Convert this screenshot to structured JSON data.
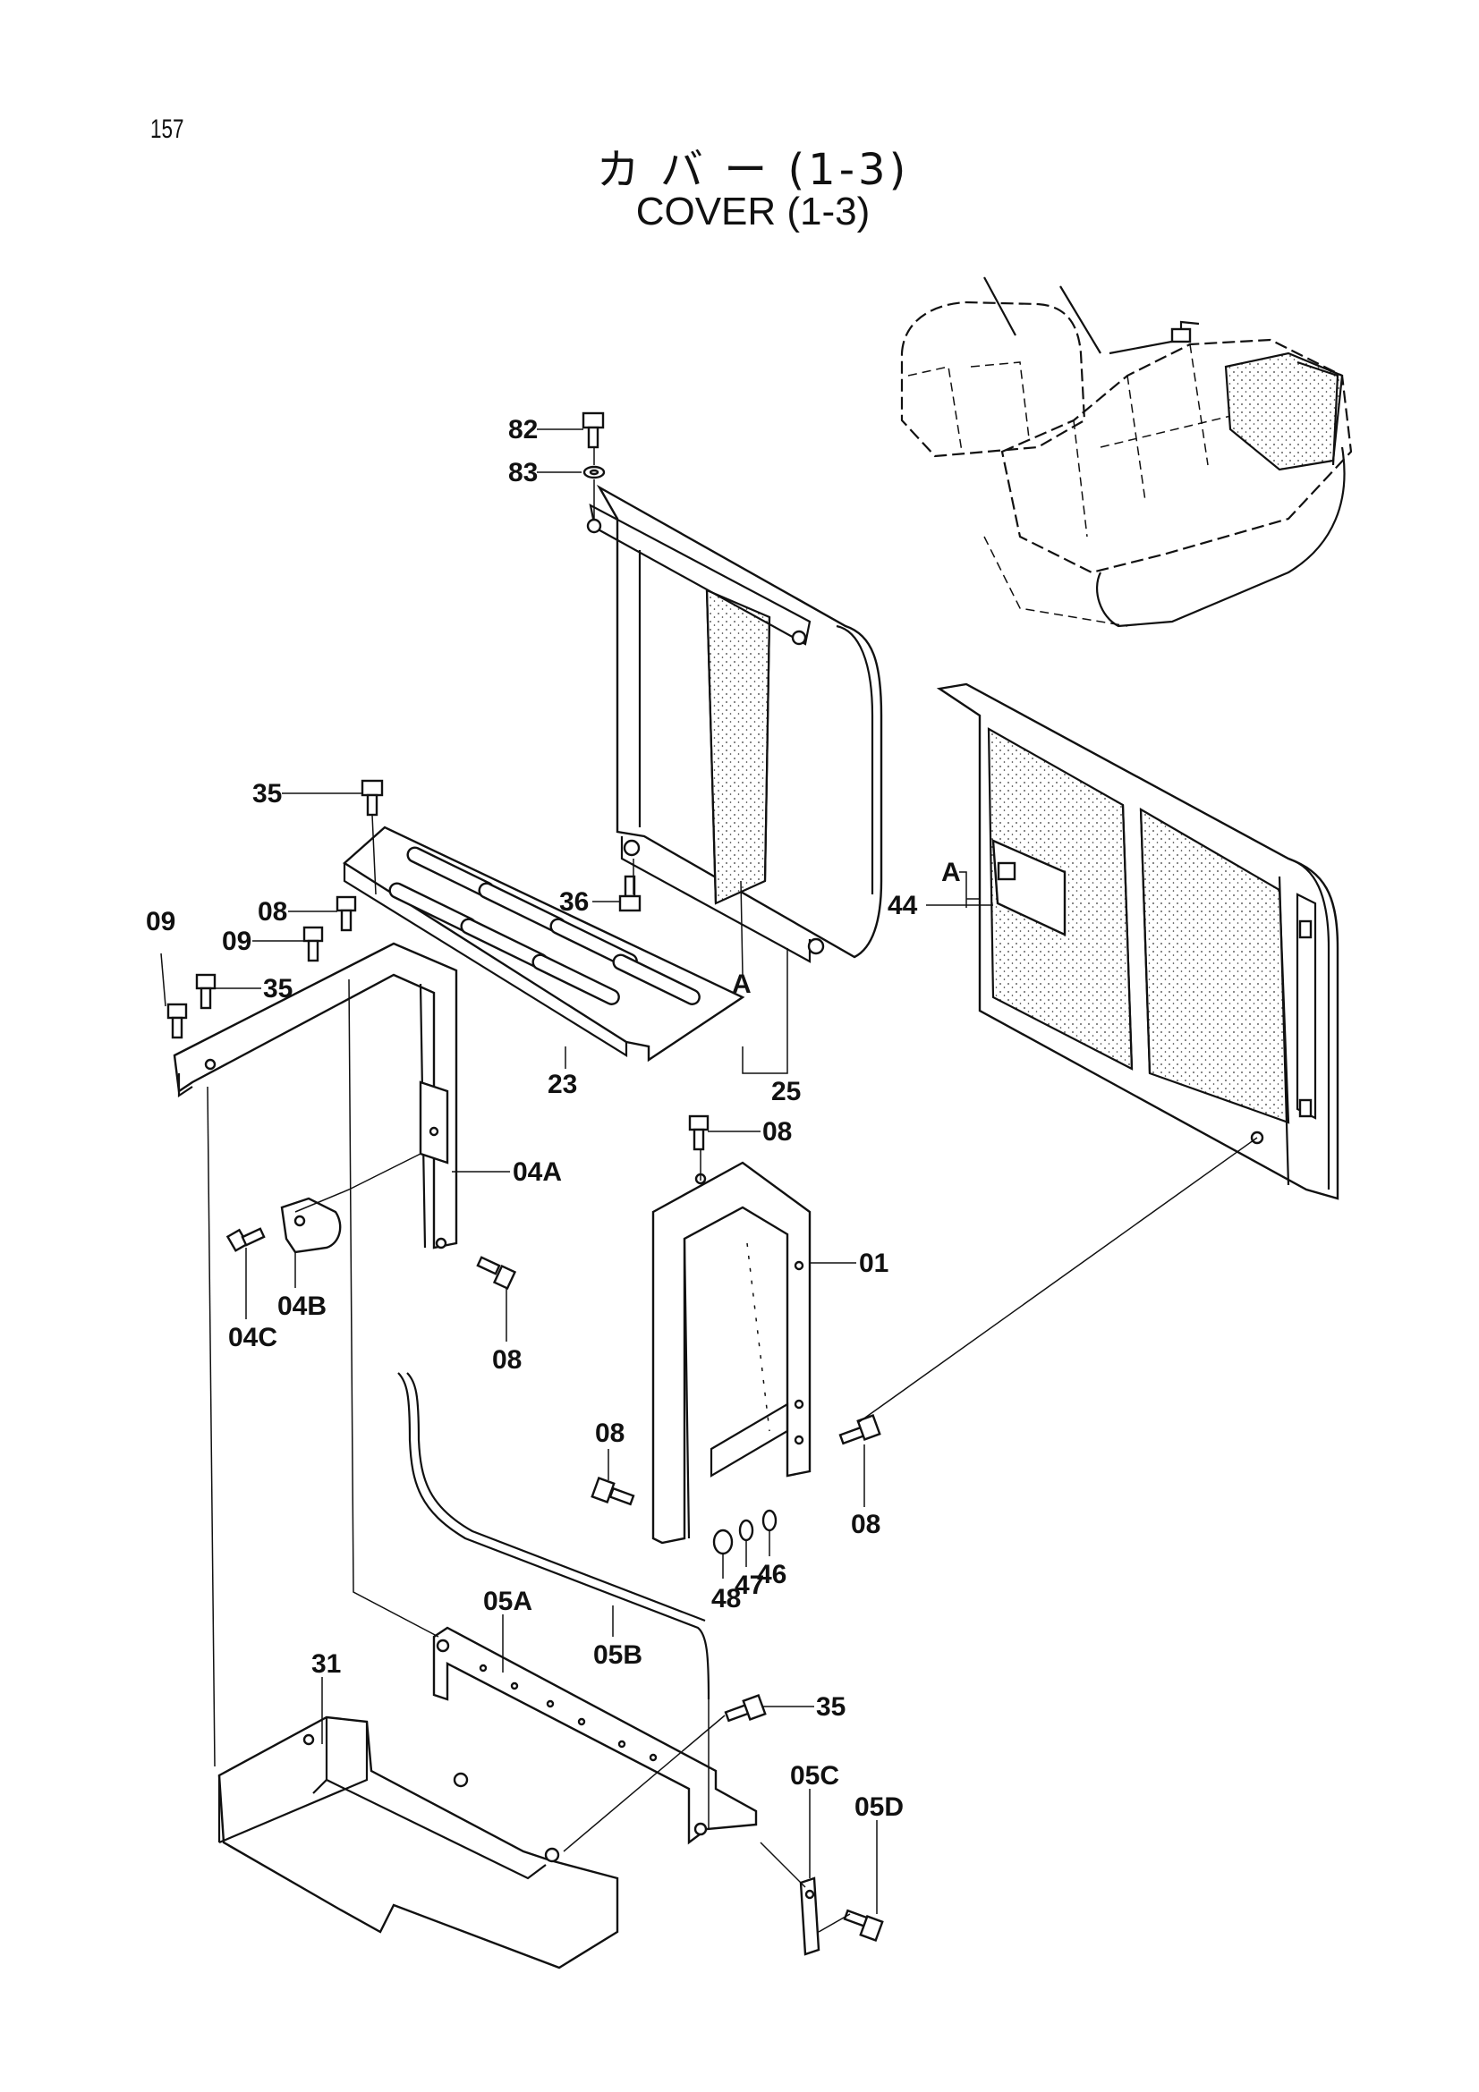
{
  "page_number": "157",
  "title_japanese": "カ バ ー (1-3)",
  "title_english": "COVER (1-3)",
  "callouts": {
    "p82": "82",
    "p83": "83",
    "p35a": "35",
    "p36": "36",
    "p08a": "08",
    "p09a": "09",
    "p09b": "09",
    "p35b": "35",
    "pA1": "A",
    "p25": "25",
    "p23": "23",
    "pA2": "A",
    "p44": "44",
    "p08b": "08",
    "p04A": "04A",
    "p01": "01",
    "p04B": "04B",
    "p04C": "04C",
    "p08c": "08",
    "p08d": "08",
    "p08e": "08",
    "p48": "48",
    "p47": "47",
    "p46": "46",
    "p31": "31",
    "p05A": "05A",
    "p05B": "05B",
    "p35c": "35",
    "p05C": "05C",
    "p05D": "05D"
  }
}
